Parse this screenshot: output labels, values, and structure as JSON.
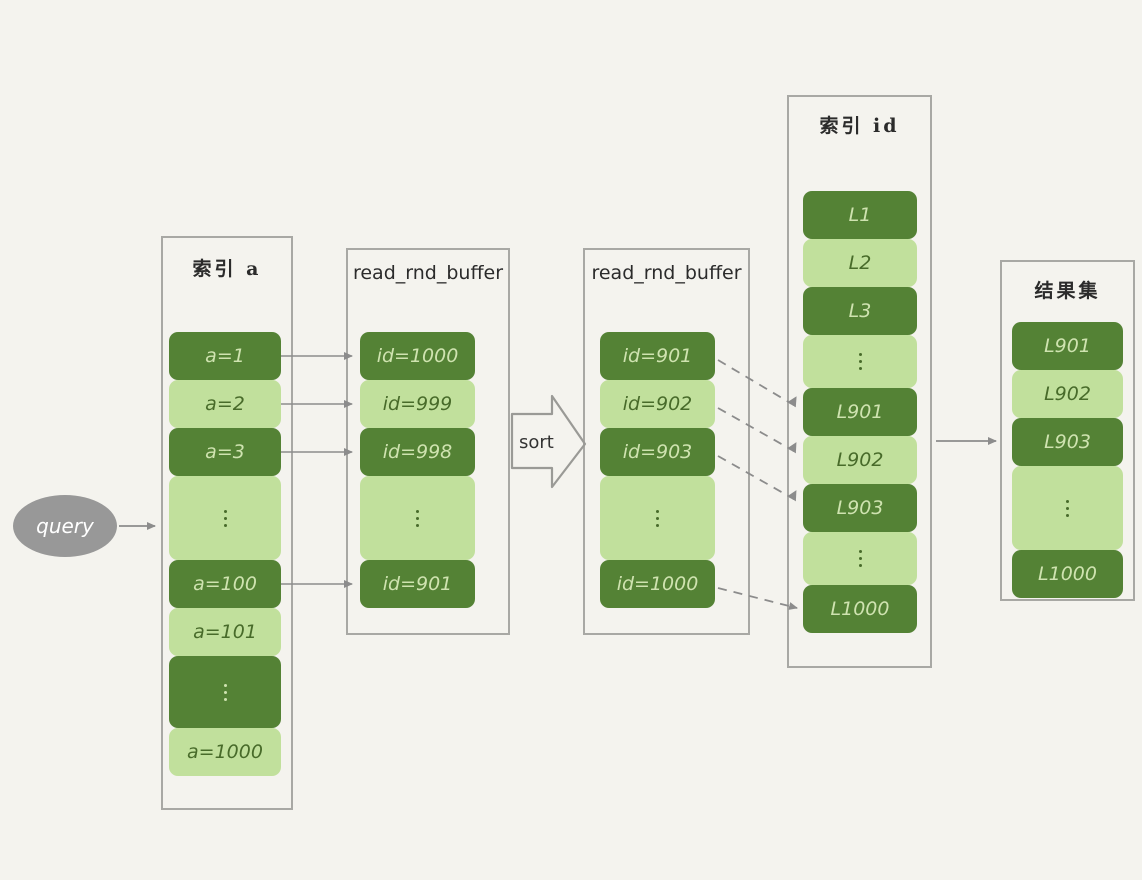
{
  "background_color": "#f4f3ee",
  "colors": {
    "dark_green": "#548235",
    "light_green": "#c1e09c",
    "dark_green_text": "#cfe3b0",
    "light_green_text": "#486b2a",
    "panel_border": "#a8a8a4",
    "arrow": "#8c8c8c",
    "query_fill": "#989898"
  },
  "query_node": {
    "label": "query"
  },
  "sort_arrow": {
    "label": "sort"
  },
  "panels": [
    {
      "id": "index-a",
      "title": "索引 a",
      "title_type": "cjk",
      "cells": [
        {
          "label": "a=1",
          "tone": "dark"
        },
        {
          "label": "a=2",
          "tone": "light"
        },
        {
          "label": "a=3",
          "tone": "dark"
        },
        {
          "label": "⋮",
          "tone": "light",
          "is_ellipsis": true
        },
        {
          "label": "a=100",
          "tone": "dark"
        },
        {
          "label": "a=101",
          "tone": "light"
        },
        {
          "label": "⋮",
          "tone": "dark",
          "is_ellipsis": true
        },
        {
          "label": "a=1000",
          "tone": "light"
        }
      ]
    },
    {
      "id": "read-rnd-buffer-1",
      "title": "read_rnd_buffer",
      "title_type": "mono",
      "cells": [
        {
          "label": "id=1000",
          "tone": "dark"
        },
        {
          "label": "id=999",
          "tone": "light"
        },
        {
          "label": "id=998",
          "tone": "dark"
        },
        {
          "label": "⋮",
          "tone": "light",
          "is_ellipsis": true
        },
        {
          "label": "id=901",
          "tone": "dark"
        }
      ]
    },
    {
      "id": "read-rnd-buffer-2",
      "title": "read_rnd_buffer",
      "title_type": "mono",
      "cells": [
        {
          "label": "id=901",
          "tone": "dark"
        },
        {
          "label": "id=902",
          "tone": "light"
        },
        {
          "label": "id=903",
          "tone": "dark"
        },
        {
          "label": "⋮",
          "tone": "light",
          "is_ellipsis": true
        },
        {
          "label": "id=1000",
          "tone": "dark"
        }
      ]
    },
    {
      "id": "index-id",
      "title": "索引 id",
      "title_type": "cjk",
      "cells": [
        {
          "label": "L1",
          "tone": "dark"
        },
        {
          "label": "L2",
          "tone": "light"
        },
        {
          "label": "L3",
          "tone": "dark"
        },
        {
          "label": "⋮",
          "tone": "light",
          "is_ellipsis": true
        },
        {
          "label": "L901",
          "tone": "dark"
        },
        {
          "label": "L902",
          "tone": "light"
        },
        {
          "label": "L903",
          "tone": "dark"
        },
        {
          "label": "⋮",
          "tone": "light",
          "is_ellipsis": true
        },
        {
          "label": "L1000",
          "tone": "dark"
        }
      ]
    },
    {
      "id": "result-set",
      "title": "结果集",
      "title_type": "cjk",
      "cells": [
        {
          "label": "L901",
          "tone": "dark"
        },
        {
          "label": "L902",
          "tone": "light"
        },
        {
          "label": "L903",
          "tone": "dark"
        },
        {
          "label": "⋮",
          "tone": "light",
          "is_ellipsis": true
        },
        {
          "label": "L1000",
          "tone": "dark"
        }
      ]
    }
  ]
}
